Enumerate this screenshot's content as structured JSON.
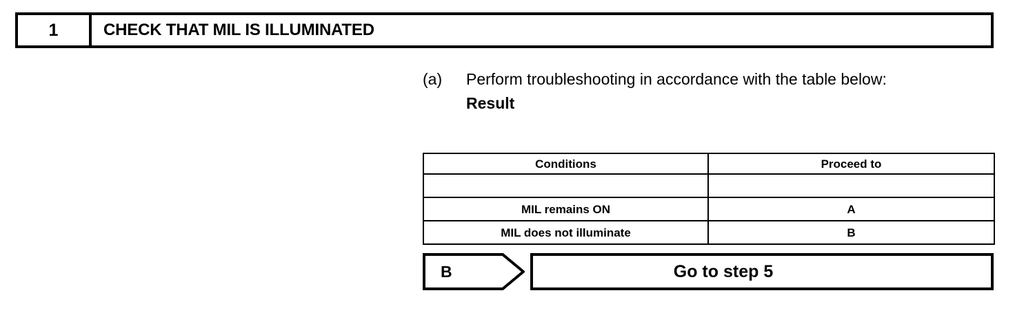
{
  "step_header": {
    "number": "1",
    "title": "CHECK THAT MIL IS ILLUMINATED"
  },
  "instruction": {
    "marker": "(a)",
    "text": "Perform troubleshooting in accordance with the table below:",
    "result_label": "Result"
  },
  "result_table": {
    "columns": [
      "Conditions",
      "Proceed to"
    ],
    "rows": [
      {
        "condition": "MIL remains ON",
        "proceed_to": "A"
      },
      {
        "condition": "MIL does not illuminate",
        "proceed_to": "B"
      }
    ]
  },
  "branch": {
    "tag": "B",
    "action": "Go to step 5"
  },
  "colors": {
    "ink": "#000000",
    "paper": "#ffffff"
  }
}
